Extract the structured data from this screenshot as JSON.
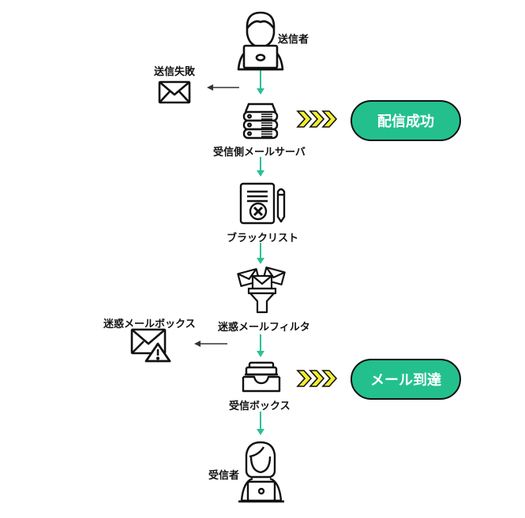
{
  "colors": {
    "flow_arrow": "#2cbf95",
    "pill_fill": "#23c08e",
    "chevron_fill": "#f0ee32",
    "ink": "#111111",
    "side_arrow": "#333333"
  },
  "nodes": {
    "sender": {
      "label": "送信者",
      "icon": "person-with-laptop-icon"
    },
    "send_failure": {
      "label": "送信失敗",
      "icon": "envelope-icon"
    },
    "receiving_server": {
      "label": "受信側メールサーバ",
      "icon": "server-icon"
    },
    "blacklist": {
      "label": "ブラックリスト",
      "icon": "blacklist-document-icon"
    },
    "spam_filter": {
      "label": "迷惑メールフィルタ",
      "icon": "funnel-envelopes-icon"
    },
    "spam_box": {
      "label": "迷惑メールボックス",
      "icon": "envelope-warning-icon"
    },
    "inbox": {
      "label": "受信ボックス",
      "icon": "inbox-tray-icon"
    },
    "recipient": {
      "label": "受信者",
      "icon": "woman-with-laptop-icon"
    }
  },
  "outcomes": {
    "delivery_success": {
      "label": "配信成功"
    },
    "mail_arrival": {
      "label": "メール到達"
    }
  }
}
